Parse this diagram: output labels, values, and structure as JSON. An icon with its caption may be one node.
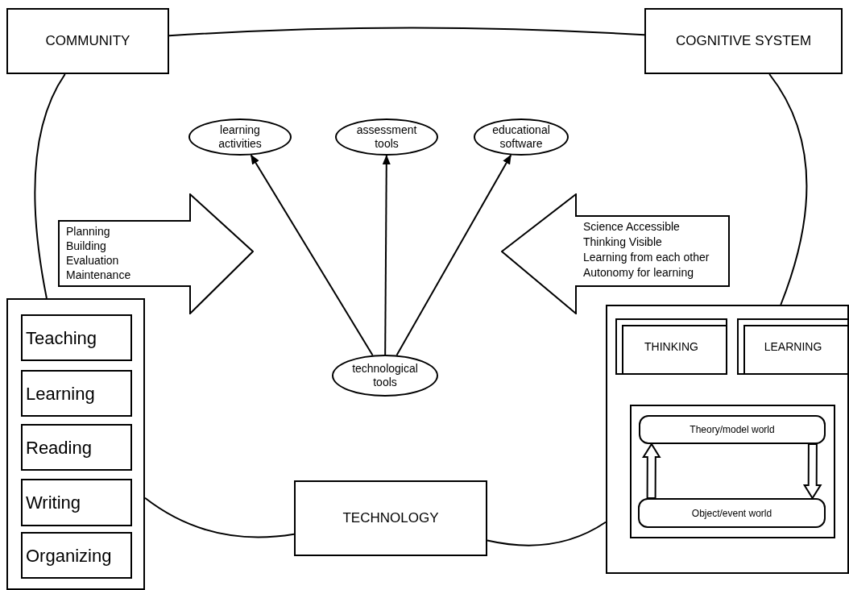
{
  "diagram": {
    "nodes": [
      {
        "text": [
          "COMMUNITY"
        ]
      },
      {
        "text": [
          "COGNITIVE SYSTEM"
        ]
      },
      {
        "text": [
          "learning activities"
        ]
      },
      {
        "text": [
          "assessment tools"
        ]
      },
      {
        "text": [
          "educational software"
        ]
      },
      {
        "text": [
          "technological tools"
        ]
      },
      {
        "text": [
          "Planning",
          "Building",
          "Evaluation",
          "Maintenance"
        ]
      },
      {
        "text": [
          "Science Accessible",
          "Thinking Visible",
          "Learning from each other",
          "Autonomy for learning"
        ]
      },
      {
        "text": [],
        "shape": "box"
      },
      {
        "text": [
          "Teaching"
        ],
        "in": 8
      },
      {
        "text": [
          "Learning"
        ],
        "in": 8
      },
      {
        "text": [
          "Reading"
        ],
        "in": 8
      },
      {
        "text": [
          "Writing"
        ],
        "in": 8
      },
      {
        "text": [
          "Organizing"
        ],
        "in": 8
      },
      {
        "text": [
          "TECHNOLOGY"
        ]
      },
      {
        "text": [],
        "shape": "box"
      },
      {
        "text": [
          "THINKING"
        ],
        "in": 15
      },
      {
        "text": [
          "LEARNING"
        ],
        "in": 15
      },
      {
        "text": [],
        "shape": "box",
        "in": 15
      },
      {
        "text": [
          "Theory/model world"
        ],
        "in": 18
      },
      {
        "text": [
          "Object/event world"
        ],
        "in": 18
      }
    ],
    "edges": [
      {
        "from": 5,
        "to": 2,
        "arrow": "to"
      },
      {
        "from": 5,
        "to": 3,
        "arrow": "to"
      },
      {
        "from": 5,
        "to": 4,
        "arrow": "to"
      },
      {
        "from": 20,
        "to": 19,
        "arrow": "to",
        "style": "thick"
      },
      {
        "from": 19,
        "to": 20,
        "arrow": "to",
        "style": "thick"
      },
      {
        "from": 0,
        "to": 1,
        "arrow": "none"
      },
      {
        "from": 1,
        "to": 15,
        "arrow": "none"
      },
      {
        "from": 15,
        "to": 14,
        "arrow": "none"
      },
      {
        "from": 14,
        "to": 8,
        "arrow": "none"
      },
      {
        "from": 8,
        "to": 0,
        "arrow": "none"
      }
    ]
  }
}
